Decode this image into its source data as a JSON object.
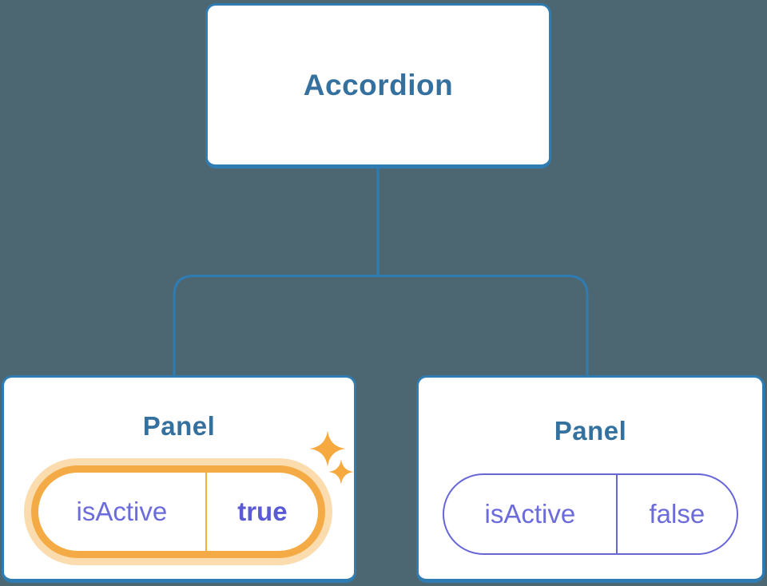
{
  "diagram_type": "component-tree",
  "colors": {
    "background": "#4D6772",
    "box_fill": "#FFFFFF",
    "box_border": "#2E7CB2",
    "connector": "#2E7CB2",
    "title_text": "#35719F",
    "prop_text": "#6B6BDB",
    "active_value_text": "#5A5AD6",
    "active_pill_border": "#F5AB45",
    "active_pill_glow": "#FBDCAE",
    "inactive_pill_border": "#6666D8",
    "sparkle": "#F5A93E"
  },
  "icons": {
    "sparkle_large": "sparkle-icon",
    "sparkle_small": "sparkle-icon"
  },
  "tree": {
    "root": {
      "label": "Accordion"
    },
    "children": [
      {
        "title": "Panel",
        "state_pill": {
          "name": "isActive",
          "value": "true",
          "active": true
        }
      },
      {
        "title": "Panel",
        "state_pill": {
          "name": "isActive",
          "value": "false",
          "active": false
        }
      }
    ]
  }
}
